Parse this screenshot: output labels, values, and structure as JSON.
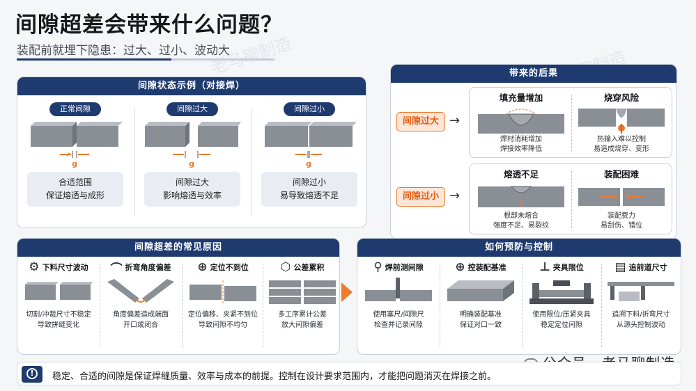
{
  "header": {
    "title": "间隙超差会带来什么问题？",
    "subtitle": "装配前就埋下隐患：过大、过小、波动大"
  },
  "examples": {
    "title": "间隙状态示例（对接焊）",
    "gap_symbol": "g",
    "cols": [
      {
        "tag": "正常间隙",
        "line1": "合适范围",
        "line2": "保证熔透与成形"
      },
      {
        "tag": "间隙过大",
        "line1": "间隙过大",
        "line2": "影响熔透与效率"
      },
      {
        "tag": "间隙过小",
        "line1": "间隙过小",
        "line2": "易导致熔透不足"
      }
    ]
  },
  "consequences": {
    "title": "带来的后果",
    "rows": [
      {
        "label": "间隙过大",
        "arrow": "→",
        "items": [
          {
            "title": "填充量增加",
            "line1": "焊材消耗增加",
            "line2": "焊接效率降低"
          },
          {
            "title": "烧穿风险",
            "line1": "热输入难以控制",
            "line2": "易造成烧穿、变形"
          }
        ]
      },
      {
        "label": "间隙过小",
        "arrow": "→",
        "items": [
          {
            "title": "熔透不足",
            "line1": "根部未熔合",
            "line2": "强度不足、易裂纹"
          },
          {
            "title": "装配困难",
            "line1": "装配费力",
            "line2": "易刮伤、错位"
          }
        ]
      }
    ]
  },
  "causes": {
    "title": "间隙超差的常见原因",
    "items": [
      {
        "icon": "⚙",
        "title": "下料尺寸波动",
        "line1": "切割/冲裁尺寸不稳定",
        "line2": "导致拼缝变化"
      },
      {
        "icon": "⌒",
        "title": "折弯角度偏差",
        "line1": "角度偏差造成端面",
        "line2": "开口或闭合"
      },
      {
        "icon": "⊕",
        "title": "定位不到位",
        "line1": "定位偏移、夹紧不到位",
        "line2": "导致间隙不均匀"
      },
      {
        "icon": "⬡",
        "title": "公差累积",
        "line1": "多工序累计公差",
        "line2": "放大间隙偏差"
      }
    ]
  },
  "prevention": {
    "title": "如何预防与控制",
    "items": [
      {
        "icon": "⚲",
        "title": "焊前测间隙",
        "line1": "使用塞尺/间隙尺",
        "line2": "检查并记录间隙"
      },
      {
        "icon": "⊕",
        "title": "控装配基准",
        "line1": "明确装配基准",
        "line2": "保证对口一致"
      },
      {
        "icon": "⊥",
        "title": "夹具限位",
        "line1": "使用限位/压紧夹具",
        "line2": "稳定定位间隙"
      },
      {
        "icon": "▤",
        "title": "追前道尺寸",
        "line1": "追溯下料/折弯尺寸",
        "line2": "从源头控制波动"
      }
    ]
  },
  "footer": {
    "badge": "!",
    "text": "稳定、合适的间隙是保证焊缝质量、效率与成本的前提。控制在设计要求范围内，才能把问题消灭在焊接之前。",
    "watermark": "公众号 · 老马聊制造",
    "bg_watermark": "老马聊制造"
  },
  "colors": {
    "navy": "#1e3a6e",
    "orange": "#ec7a2e",
    "plate": "#8a8f96"
  }
}
